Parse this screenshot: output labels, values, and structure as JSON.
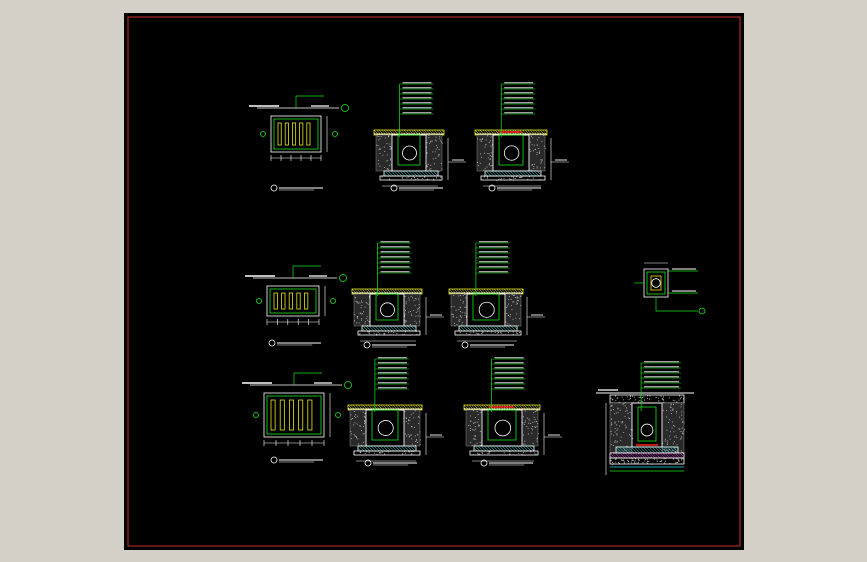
{
  "colors": {
    "background": "#d4d0c8",
    "canvas": "#000000",
    "frame": "#ff3b3b",
    "line_green": "#19e619",
    "line_white": "#ffffff",
    "line_yellow": "#e6e619",
    "line_red": "#ff2020",
    "line_cyan": "#20e0e0",
    "line_magenta": "#ff40ff",
    "fill_grey": "#8a8a8a"
  },
  "drawing": {
    "sheet_frame": "drawing-border",
    "details": [
      {
        "kind": "plan"
      },
      {
        "kind": "section"
      },
      {
        "kind": "section"
      },
      {
        "kind": "plan"
      },
      {
        "kind": "section"
      },
      {
        "kind": "section"
      },
      {
        "kind": "small-plan"
      },
      {
        "kind": "plan"
      },
      {
        "kind": "section"
      },
      {
        "kind": "section"
      },
      {
        "kind": "large-section"
      }
    ]
  }
}
